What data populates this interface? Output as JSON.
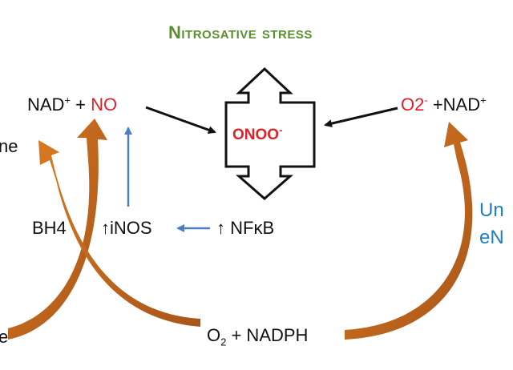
{
  "title": "Nitrosative stress",
  "center": {
    "label": "ONOO",
    "charge": "-"
  },
  "left_top": {
    "nad": "NAD",
    "nad_charge": "+",
    "plus": " + ",
    "no": "NO"
  },
  "right_top": {
    "o2": "O2",
    "o2_charge": "-",
    "nad": " +NAD",
    "nad_charge": "+"
  },
  "left_edge_top": "ne",
  "left_edge_bottom": "e",
  "bh4": "BH4",
  "inos": {
    "arrow": "↑",
    "text": "iNOS"
  },
  "nfkb": {
    "arrow": "↑",
    "text": " NFκB"
  },
  "bottom": {
    "o": "O",
    "sub": "2",
    "rest": " + NADPH"
  },
  "right_side": {
    "line1": "Un",
    "line2": "eN"
  },
  "colors": {
    "title": "#5b8f2e",
    "red": "#e0202a",
    "blue": "#1f7fc4",
    "orange": "#c0681a",
    "black": "#111111"
  }
}
